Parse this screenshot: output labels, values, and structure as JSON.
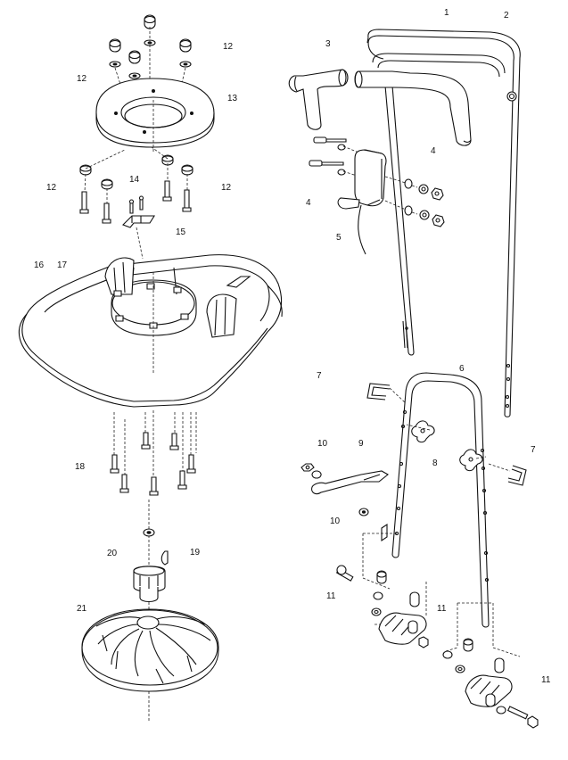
{
  "callouts": [
    {
      "id": "c1",
      "text": "1"
    },
    {
      "id": "c2",
      "text": "2"
    },
    {
      "id": "c3",
      "text": "3"
    },
    {
      "id": "c4a",
      "text": "4"
    },
    {
      "id": "c4b",
      "text": "4"
    },
    {
      "id": "c5",
      "text": "5"
    },
    {
      "id": "c6",
      "text": "6"
    },
    {
      "id": "c7a",
      "text": "7"
    },
    {
      "id": "c7b",
      "text": "7"
    },
    {
      "id": "c8",
      "text": "8"
    },
    {
      "id": "c9",
      "text": "9"
    },
    {
      "id": "c10a",
      "text": "10"
    },
    {
      "id": "c10b",
      "text": "10"
    },
    {
      "id": "c11a",
      "text": "11"
    },
    {
      "id": "c11b",
      "text": "11"
    },
    {
      "id": "c11c",
      "text": "11"
    },
    {
      "id": "c12a",
      "text": "12"
    },
    {
      "id": "c12b",
      "text": "12"
    },
    {
      "id": "c12c",
      "text": "12"
    },
    {
      "id": "c12d",
      "text": "12"
    },
    {
      "id": "c13",
      "text": "13"
    },
    {
      "id": "c14",
      "text": "14"
    },
    {
      "id": "c15",
      "text": "15"
    },
    {
      "id": "c16",
      "text": "16"
    },
    {
      "id": "c17",
      "text": "17"
    },
    {
      "id": "c18",
      "text": "18"
    },
    {
      "id": "c19",
      "text": "19"
    },
    {
      "id": "c20",
      "text": "20"
    },
    {
      "id": "c21",
      "text": "21"
    }
  ]
}
